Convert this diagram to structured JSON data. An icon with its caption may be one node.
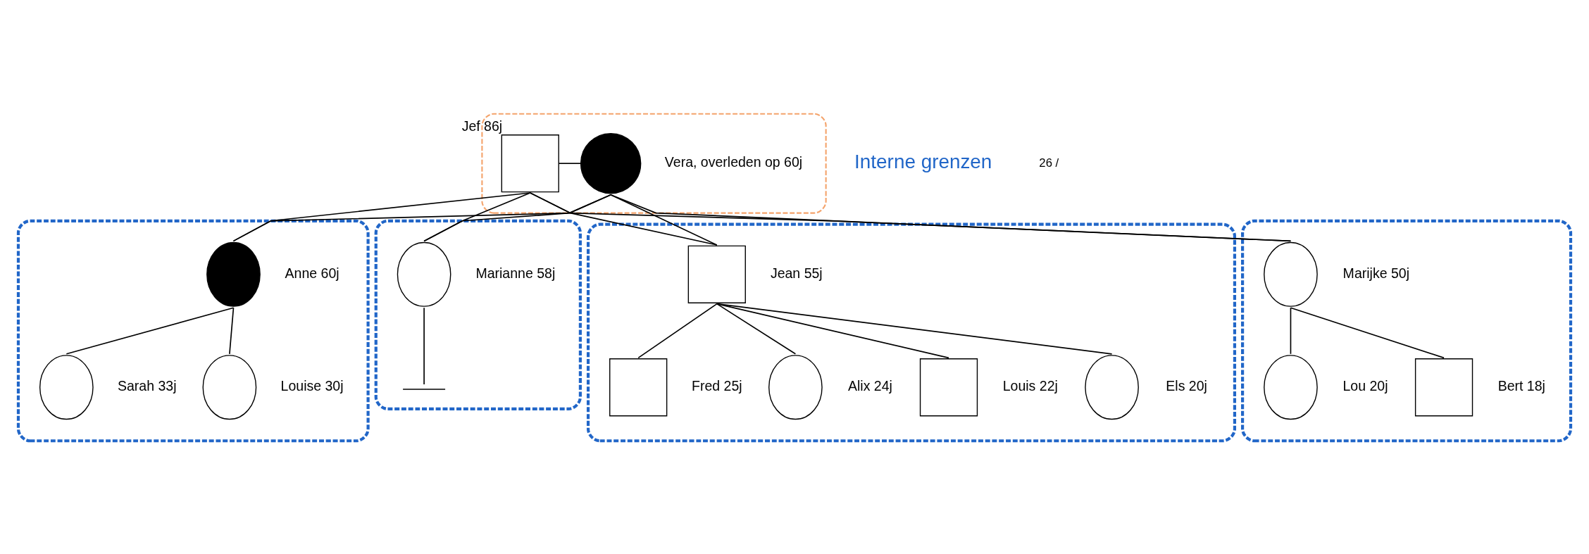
{
  "diagram": {
    "nodes": [
      {
        "text": [],
        "shape": "ellipse"
      },
      {
        "text": [],
        "shape": "box",
        "beside": [
          "Jef 86j"
        ],
        "in": 0
      },
      {
        "text": [],
        "shape": "circle",
        "beside": [
          "Vera, overleden op 60j"
        ],
        "in": 0
      },
      {
        "text": [],
        "shape": "ellipse"
      },
      {
        "text": [],
        "shape": "circle",
        "beside": [
          "Anne 60j"
        ],
        "in": 3
      },
      {
        "text": [],
        "shape": "ellipse"
      },
      {
        "text": [],
        "shape": "circle",
        "beside": [
          "Marianne 58j"
        ],
        "in": 5
      },
      {
        "text": [],
        "shape": "ellipse"
      },
      {
        "text": [],
        "shape": "box",
        "beside": [
          "Jean 55j"
        ],
        "in": 7
      },
      {
        "text": [],
        "shape": "ellipse"
      },
      {
        "text": [],
        "shape": "circle",
        "beside": [
          "Marijke 50j"
        ],
        "in": 9
      },
      {
        "text": [],
        "shape": "circle",
        "beside": [
          "Sarah 33j"
        ],
        "in": 3
      },
      {
        "text": [],
        "shape": "circle",
        "beside": [
          "Louise 30j"
        ],
        "in": 3
      },
      {
        "text": [],
        "shape": "line",
        "in": 5
      },
      {
        "text": [],
        "shape": "box",
        "beside": [
          "Fred 25j"
        ],
        "in": 7
      },
      {
        "text": [],
        "shape": "circle",
        "beside": [
          "Alix 24j"
        ],
        "in": 7
      },
      {
        "text": [],
        "shape": "box",
        "beside": [
          "Louis 22j"
        ],
        "in": 7
      },
      {
        "text": [],
        "shape": "circle",
        "beside": [
          "Els 20j"
        ],
        "in": 7
      },
      {
        "text": [],
        "shape": "circle",
        "beside": [
          "Lou 20j"
        ],
        "in": 9
      },
      {
        "text": [],
        "shape": "box",
        "beside": [
          "Bert 18j"
        ],
        "in": 9
      }
    ],
    "edges": [
      {
        "from": 1,
        "to": 2,
        "arrow": "none"
      },
      {
        "from": 1,
        "to": 4,
        "arrow": "none"
      },
      {
        "from": 2,
        "to": 4,
        "arrow": "none"
      },
      {
        "from": 1,
        "to": 6,
        "arrow": "none"
      },
      {
        "from": 2,
        "to": 6,
        "arrow": "none"
      },
      {
        "from": 1,
        "to": 8,
        "arrow": "none"
      },
      {
        "from": 2,
        "to": 8,
        "arrow": "none"
      },
      {
        "from": 1,
        "to": 10,
        "arrow": "none"
      },
      {
        "from": 2,
        "to": 10,
        "arrow": "none"
      },
      {
        "from": 4,
        "to": 11,
        "arrow": "none"
      },
      {
        "from": 4,
        "to": 12,
        "arrow": "none"
      },
      {
        "from": 6,
        "to": 13,
        "arrow": "none"
      },
      {
        "from": 8,
        "to": 14,
        "arrow": "none"
      },
      {
        "from": 8,
        "to": 15,
        "arrow": "none"
      },
      {
        "from": 8,
        "to": 16,
        "arrow": "none"
      },
      {
        "from": 8,
        "to": 17,
        "arrow": "none"
      },
      {
        "from": 10,
        "to": 18,
        "arrow": "none"
      },
      {
        "from": 10,
        "to": 19,
        "arrow": "none"
      }
    ],
    "labels": [
      "Interne grenzen",
      "26 /"
    ]
  }
}
